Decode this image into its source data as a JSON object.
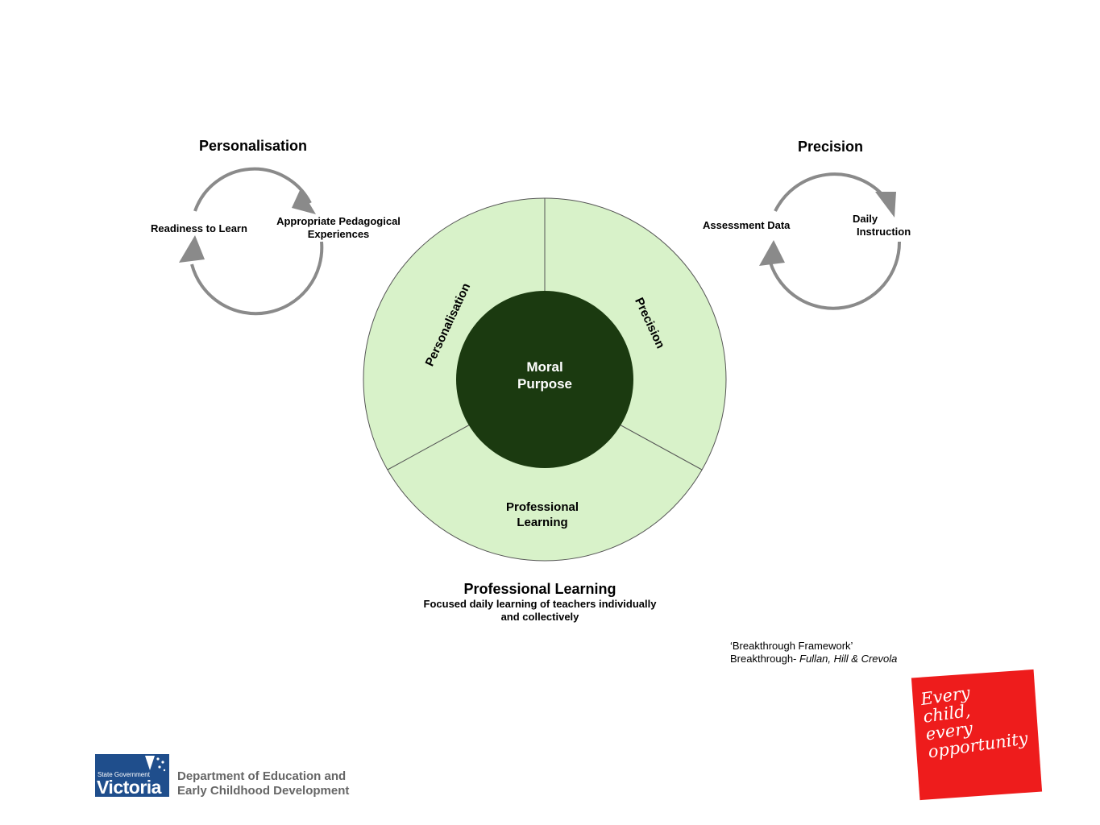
{
  "personalisation_cycle": {
    "title": "Personalisation",
    "left_label": "Readiness to Learn",
    "right_label_line1": "Appropriate Pedagogical",
    "right_label_line2": "Experiences"
  },
  "precision_cycle": {
    "title": "Precision",
    "left_label": "Assessment Data",
    "right_label_line1": "Daily",
    "right_label_line2": "Instruction"
  },
  "wheel": {
    "center_line1": "Moral",
    "center_line2": "Purpose",
    "segment_left": "Personalisation",
    "segment_right": "Precision",
    "segment_bottom_line1": "Professional",
    "segment_bottom_line2": "Learning",
    "colors": {
      "outer": "#d8f2c9",
      "center": "#1b3a10",
      "stroke": "#555555"
    }
  },
  "caption": {
    "title": "Professional Learning",
    "line1": "Focused daily learning of teachers individually",
    "line2": "and collectively"
  },
  "citation": {
    "line1": "‘Breakthrough Framework’",
    "line2_prefix": "Breakthrough- ",
    "line2_authors": "Fullan, Hill & Crevola"
  },
  "logo": {
    "state_text": "State Government",
    "name": "Victoria",
    "dept_line1": "Department of Education and",
    "dept_line2": "Early Childhood Development"
  },
  "slogan": {
    "line1": "Every",
    "line2": "child,",
    "line3": "every",
    "line4": "opportunity",
    "color": "#ee1c1c"
  }
}
